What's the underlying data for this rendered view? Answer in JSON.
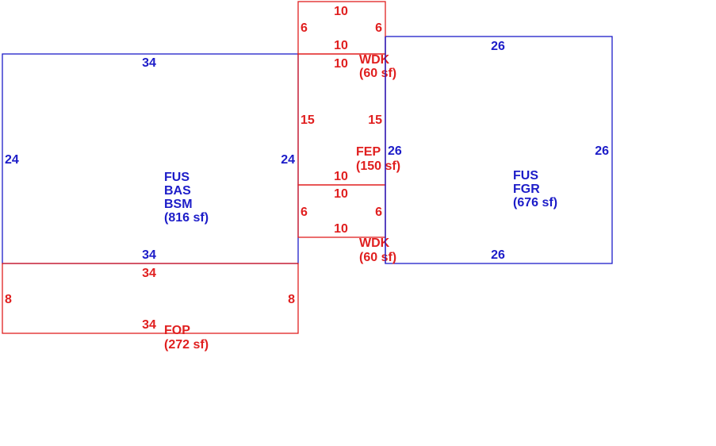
{
  "colors": {
    "blue": "#1c1cc8",
    "red": "#e01f1f"
  },
  "areas": [
    {
      "id": "bsm",
      "color": "blue",
      "lines": [
        "FUS",
        "BAS",
        "BSM",
        "(816 sf)"
      ],
      "dims": {
        "top": "34",
        "bottom": "34",
        "left": "24",
        "right": "24"
      }
    },
    {
      "id": "fgr",
      "color": "blue",
      "lines": [
        "FUS",
        "FGR",
        "(676 sf)"
      ],
      "dims": {
        "top": "26",
        "bottom": "26",
        "left": "26",
        "right": "26"
      }
    },
    {
      "id": "fop",
      "color": "red",
      "lines": [
        "FOP",
        "(272 sf)"
      ],
      "dims": {
        "top": "34",
        "bottom": "34",
        "left": "8",
        "right": "8"
      }
    },
    {
      "id": "fep",
      "color": "red",
      "lines": [
        "FEP",
        "(150 sf)"
      ],
      "dims": {
        "top": "10",
        "bottom": "10",
        "left": "15",
        "right": "15"
      }
    },
    {
      "id": "wdk-top",
      "color": "red",
      "lines": [
        "WDK",
        "(60 sf)"
      ],
      "dims": {
        "top": "10",
        "bottom": "10",
        "left": "6",
        "right": "6"
      }
    },
    {
      "id": "wdk-bottom",
      "color": "red",
      "lines": [
        "WDK",
        "(60 sf)"
      ],
      "dims": {
        "top": "10",
        "bottom": "10",
        "left": "6",
        "right": "6"
      }
    }
  ]
}
